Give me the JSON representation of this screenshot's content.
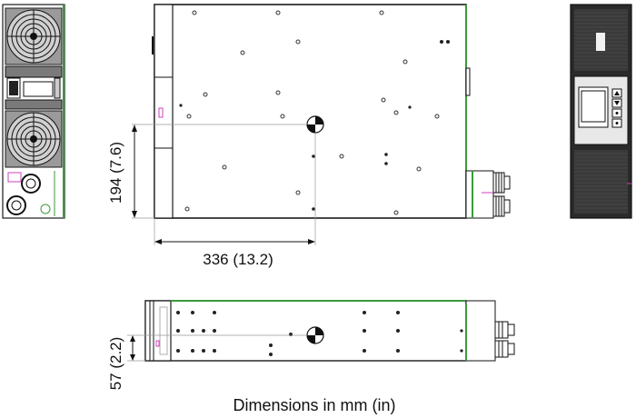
{
  "caption": "Dimensions in mm (in)",
  "dimensions": {
    "height_label": "194 (7.6)",
    "depth_label": "336 (13.2)",
    "width_label": "57 (2.2)"
  },
  "colors": {
    "line": "#1a1a1a",
    "green": "#3a9a3a",
    "magenta": "#d040c0",
    "dark_panel": "#2a2a2a",
    "grey_fill": "#e8e8e8"
  },
  "views": [
    "rear-view",
    "side-view",
    "front-view",
    "top-view"
  ]
}
